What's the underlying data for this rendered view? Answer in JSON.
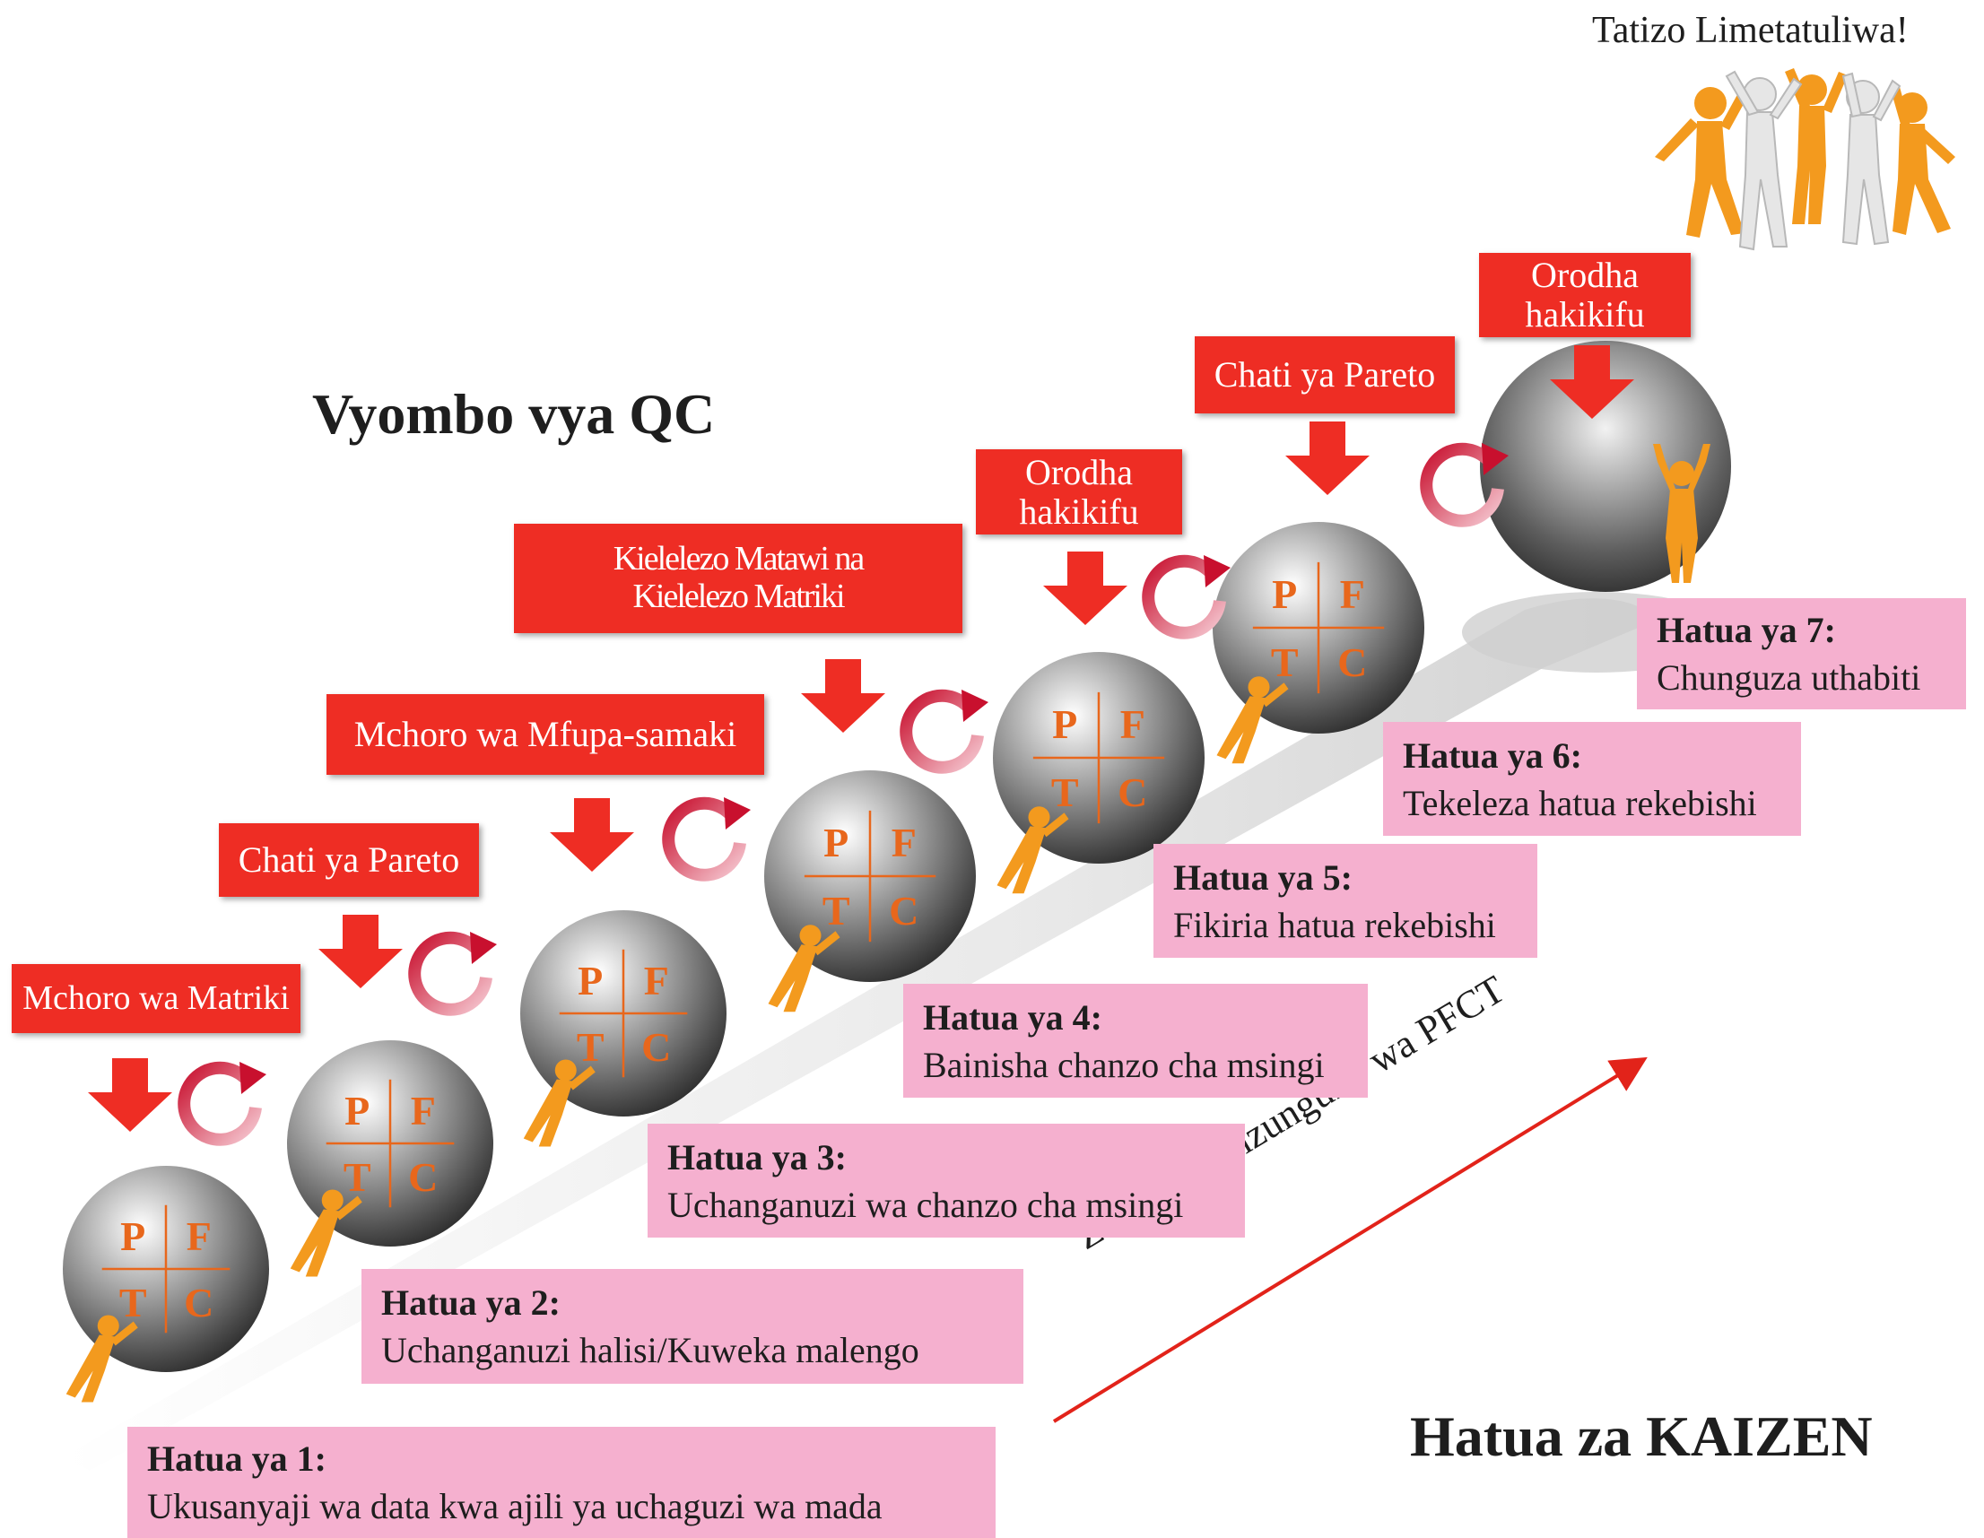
{
  "headings": {
    "qc_tools": "Vyombo vya QC",
    "kaizen_steps": "Hatua za KAIZEN",
    "cycle_caption": "Zungusha mzunguko wa PFCT",
    "solved": "Tatizo Limetatuliwa!"
  },
  "quadrant_letters": [
    "P",
    "F",
    "T",
    "C"
  ],
  "tools": [
    {
      "lines": [
        "Mchoro wa Matriki"
      ]
    },
    {
      "lines": [
        "Chati ya Pareto"
      ]
    },
    {
      "lines": [
        "Mchoro wa Mfupa-samaki"
      ]
    },
    {
      "lines": [
        "Kielelezo Matawi na",
        "Kielelezo Matriki"
      ]
    },
    {
      "lines": [
        "Orodha",
        "hakikifu"
      ]
    },
    {
      "lines": [
        "Chati ya Pareto"
      ]
    },
    {
      "lines": [
        "Orodha",
        "hakikifu"
      ]
    }
  ],
  "steps": [
    {
      "title": "Hatua ya 1:",
      "text": "Ukusanyaji wa data kwa ajili ya uchaguzi wa mada"
    },
    {
      "title": "Hatua ya 2:",
      "text": "Uchanganuzi halisi/Kuweka malengo"
    },
    {
      "title": "Hatua ya 3:",
      "text": "Uchanganuzi wa chanzo cha msingi"
    },
    {
      "title": "Hatua ya 4:",
      "text": "Bainisha chanzo cha msingi"
    },
    {
      "title": "Hatua ya 5:",
      "text": "Fikiria hatua rekebishi"
    },
    {
      "title": "Hatua ya 6:",
      "text": "Tekeleza hatua rekebishi"
    },
    {
      "title": "Hatua ya 7:",
      "text": "Chunguza uthabiti"
    }
  ],
  "colors": {
    "tool_box": "#ee2d24",
    "step_box": "#f5b0cf",
    "quadrant_text": "#e8671c",
    "figure": "#f39a1e",
    "cycle_arrow": "#c8102e"
  }
}
